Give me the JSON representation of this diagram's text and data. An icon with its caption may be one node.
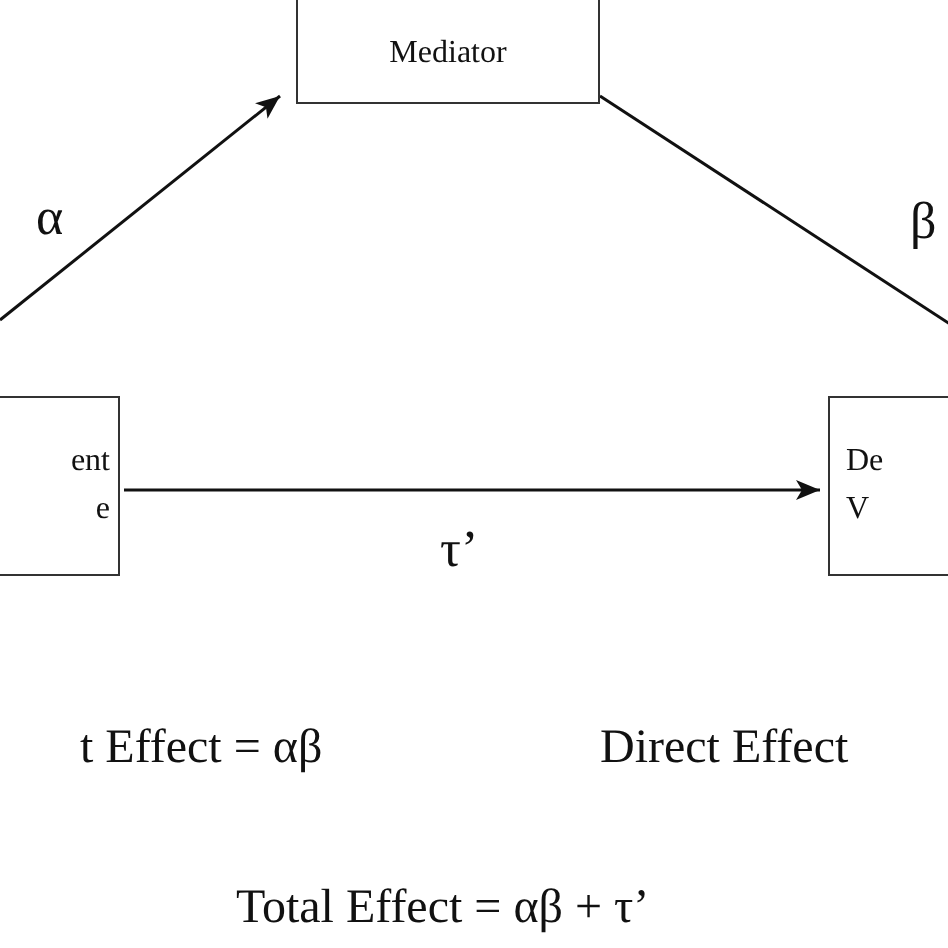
{
  "diagram": {
    "nodes": [
      {
        "text": [
          "Mediator"
        ]
      },
      {
        "text": [
          "ent e"
        ]
      },
      {
        "text": [
          "De V"
        ]
      }
    ],
    "edges": [
      {
        "from": 1,
        "to": 0,
        "arrow": "to",
        "label": "α"
      },
      {
        "from": 0,
        "to": 2,
        "arrow": "none",
        "label": "β"
      },
      {
        "from": 1,
        "to": 2,
        "arrow": "to",
        "label": "τ’"
      }
    ],
    "labels": [
      "t Effect = αβ",
      "Direct Effect",
      "Total Effect = αβ + τ’"
    ]
  }
}
